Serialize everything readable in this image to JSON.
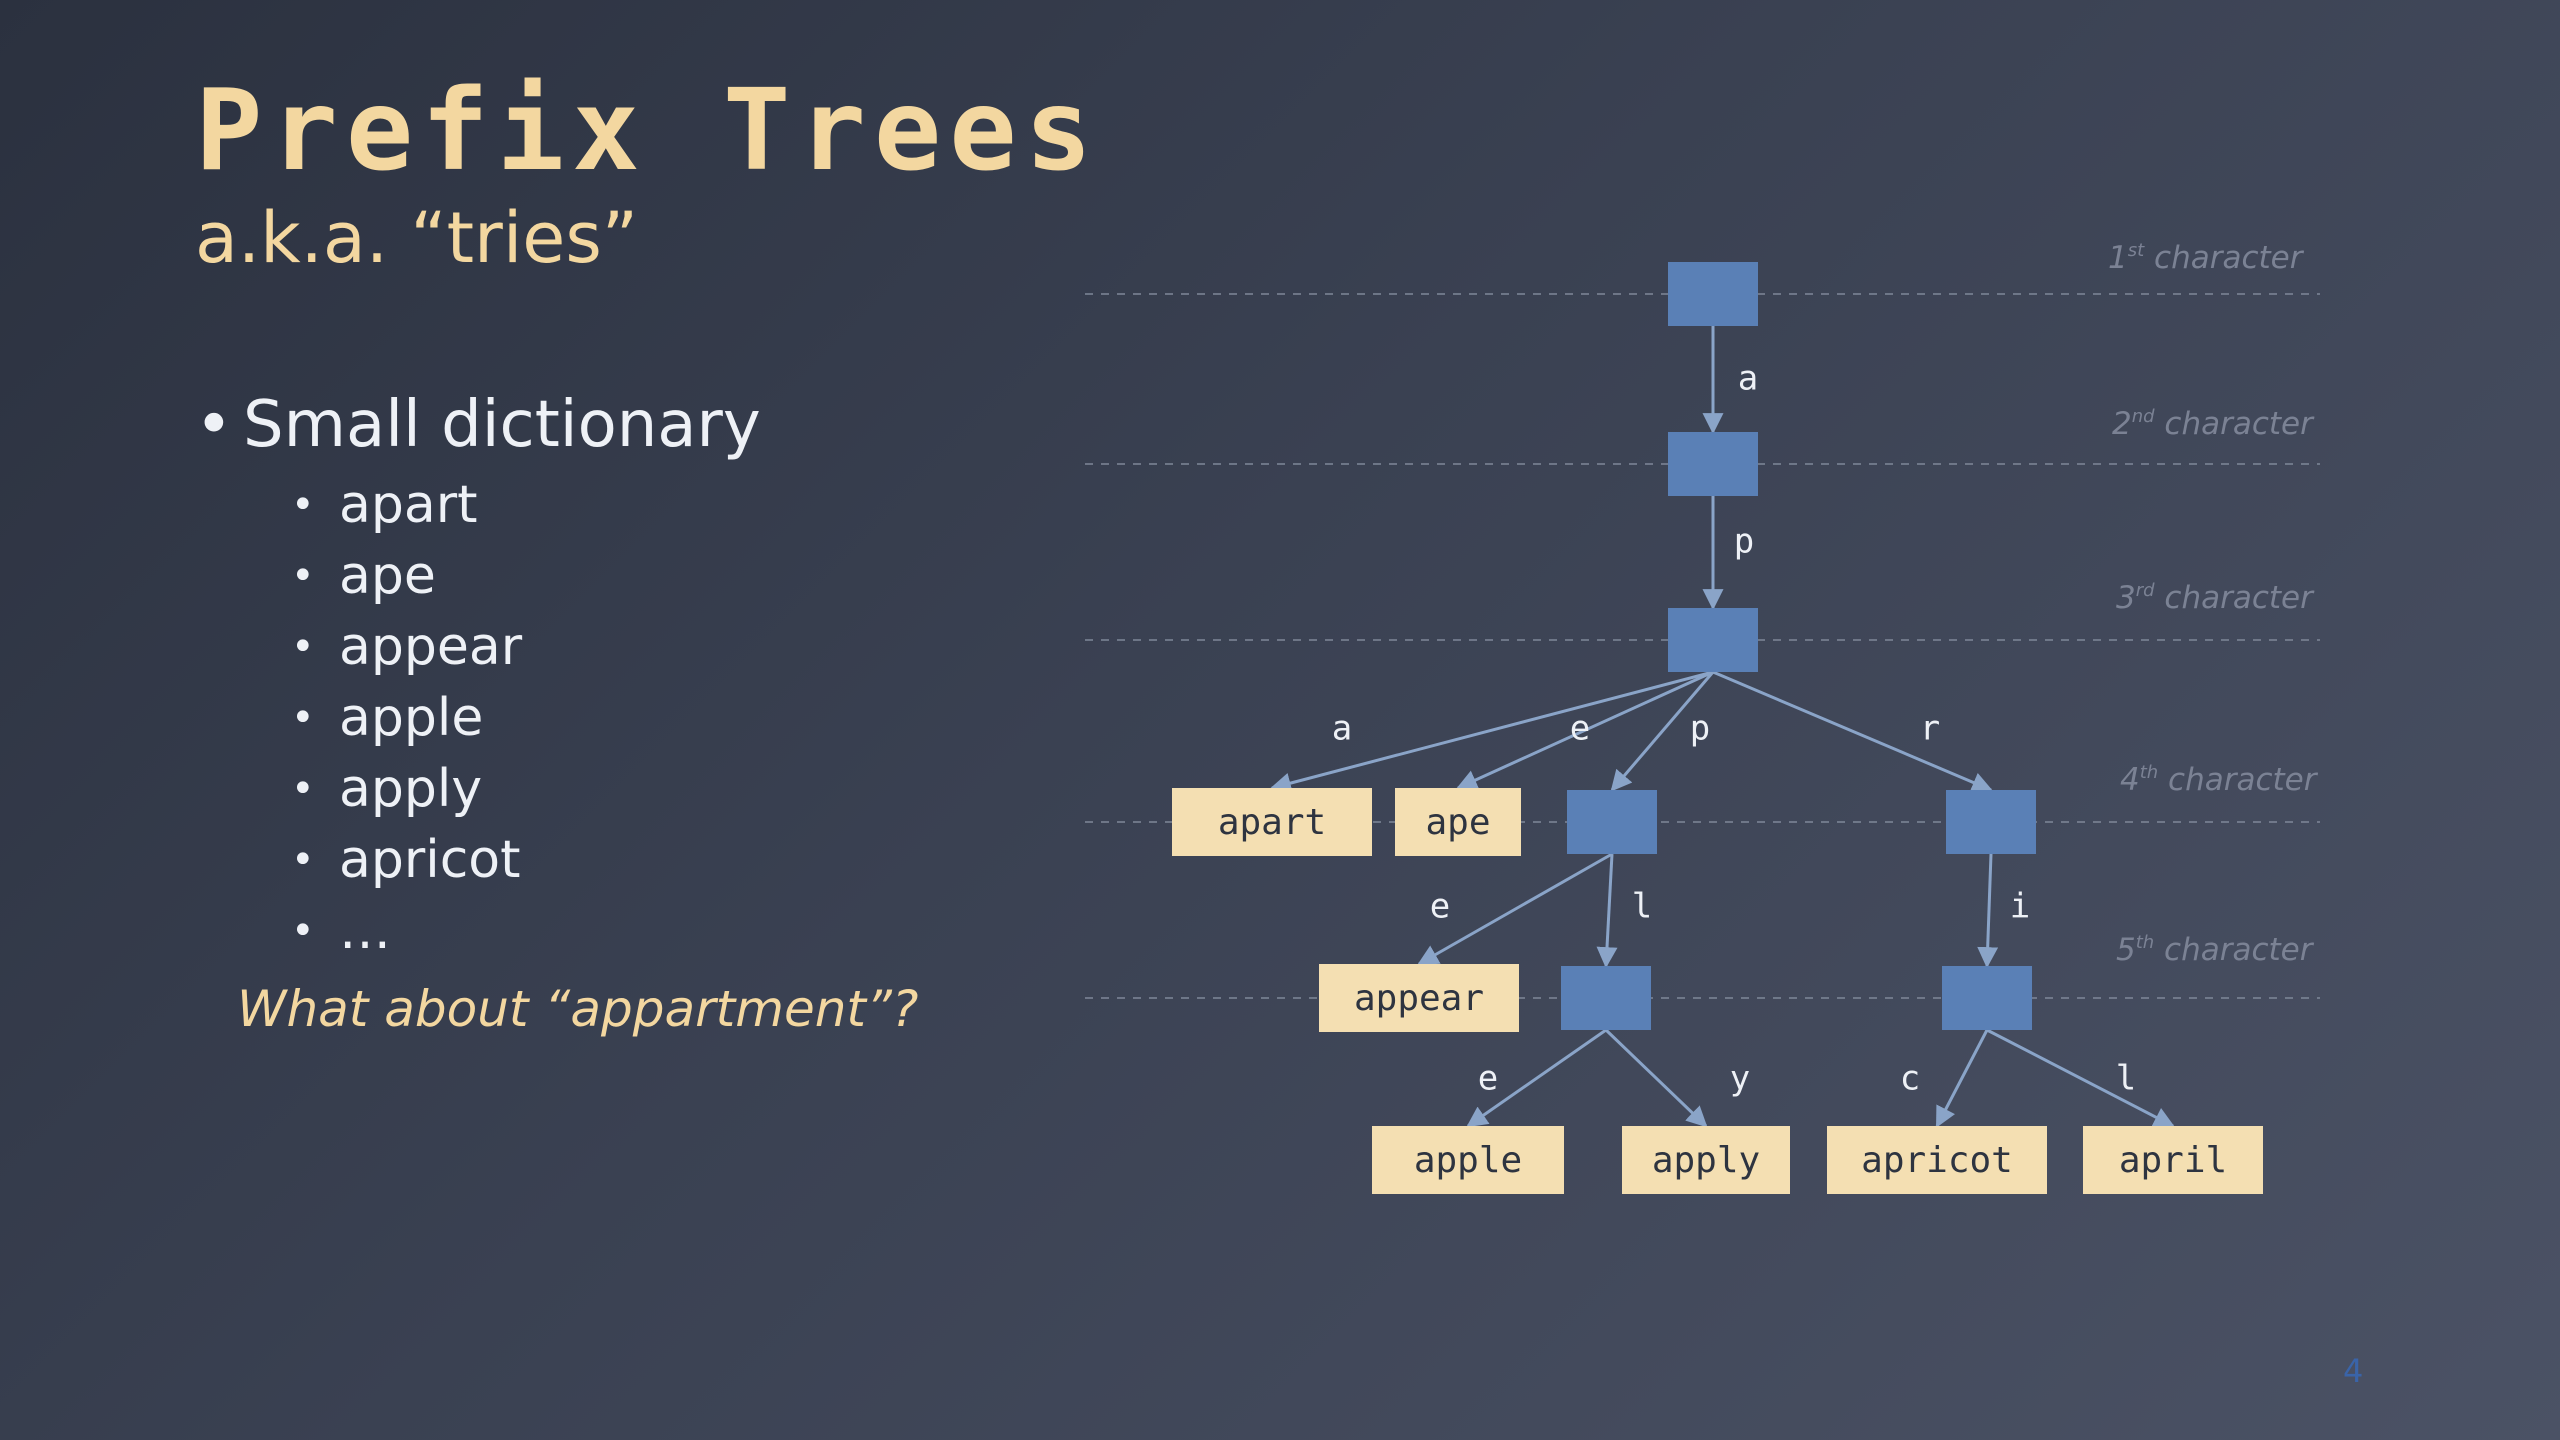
{
  "slide": {
    "title": "Prefix Trees",
    "subtitle": "a.k.a. “tries”",
    "bullet_main": "Small dictionary",
    "words": [
      "apart",
      "ape",
      "appear",
      "apple",
      "apply",
      "apricot",
      "…"
    ],
    "question": "What about “appartment”?",
    "page_number": "4"
  },
  "levels": [
    {
      "ordinal": "1",
      "suffix": "st",
      "word": "character"
    },
    {
      "ordinal": "2",
      "suffix": "nd",
      "word": "character"
    },
    {
      "ordinal": "3",
      "suffix": "rd",
      "word": "character"
    },
    {
      "ordinal": "4",
      "suffix": "th",
      "word": "character"
    },
    {
      "ordinal": "5",
      "suffix": "th",
      "word": "character"
    }
  ],
  "tree": {
    "nodes": [
      {
        "id": "root",
        "type": "inner",
        "label": ""
      },
      {
        "id": "a",
        "type": "inner",
        "label": ""
      },
      {
        "id": "ap",
        "type": "inner",
        "label": ""
      },
      {
        "id": "apart",
        "type": "leaf",
        "label": "apart"
      },
      {
        "id": "ape",
        "type": "leaf",
        "label": "ape"
      },
      {
        "id": "app",
        "type": "inner",
        "label": ""
      },
      {
        "id": "apr",
        "type": "inner",
        "label": ""
      },
      {
        "id": "appear",
        "type": "leaf",
        "label": "appear"
      },
      {
        "id": "appl",
        "type": "inner",
        "label": ""
      },
      {
        "id": "apri",
        "type": "inner",
        "label": ""
      },
      {
        "id": "apple",
        "type": "leaf",
        "label": "apple"
      },
      {
        "id": "apply",
        "type": "leaf",
        "label": "apply"
      },
      {
        "id": "apricot",
        "type": "leaf",
        "label": "apricot"
      },
      {
        "id": "april",
        "type": "leaf",
        "label": "april"
      }
    ],
    "edges": [
      {
        "from": "root",
        "to": "a",
        "label": "a"
      },
      {
        "from": "a",
        "to": "ap",
        "label": "p"
      },
      {
        "from": "ap",
        "to": "apart",
        "label": "a"
      },
      {
        "from": "ap",
        "to": "ape",
        "label": "e"
      },
      {
        "from": "ap",
        "to": "app",
        "label": "p"
      },
      {
        "from": "ap",
        "to": "apr",
        "label": "r"
      },
      {
        "from": "app",
        "to": "appear",
        "label": "e"
      },
      {
        "from": "app",
        "to": "appl",
        "label": "l"
      },
      {
        "from": "apr",
        "to": "apri",
        "label": "i"
      },
      {
        "from": "appl",
        "to": "apple",
        "label": "e"
      },
      {
        "from": "appl",
        "to": "apply",
        "label": "y"
      },
      {
        "from": "apri",
        "to": "apricot",
        "label": "c"
      },
      {
        "from": "apri",
        "to": "april",
        "label": "l"
      }
    ]
  },
  "colors": {
    "title": "#f3d7a0",
    "node_fill": "#5a80b6",
    "leaf_fill": "#f4dfb2",
    "leaf_text": "#2e3440",
    "edge": "#8aa4c8",
    "edge_label": "#eef1f6",
    "guide_line": "#7f8899",
    "level_label": "#7b8294",
    "page_number": "#3a64a8"
  }
}
